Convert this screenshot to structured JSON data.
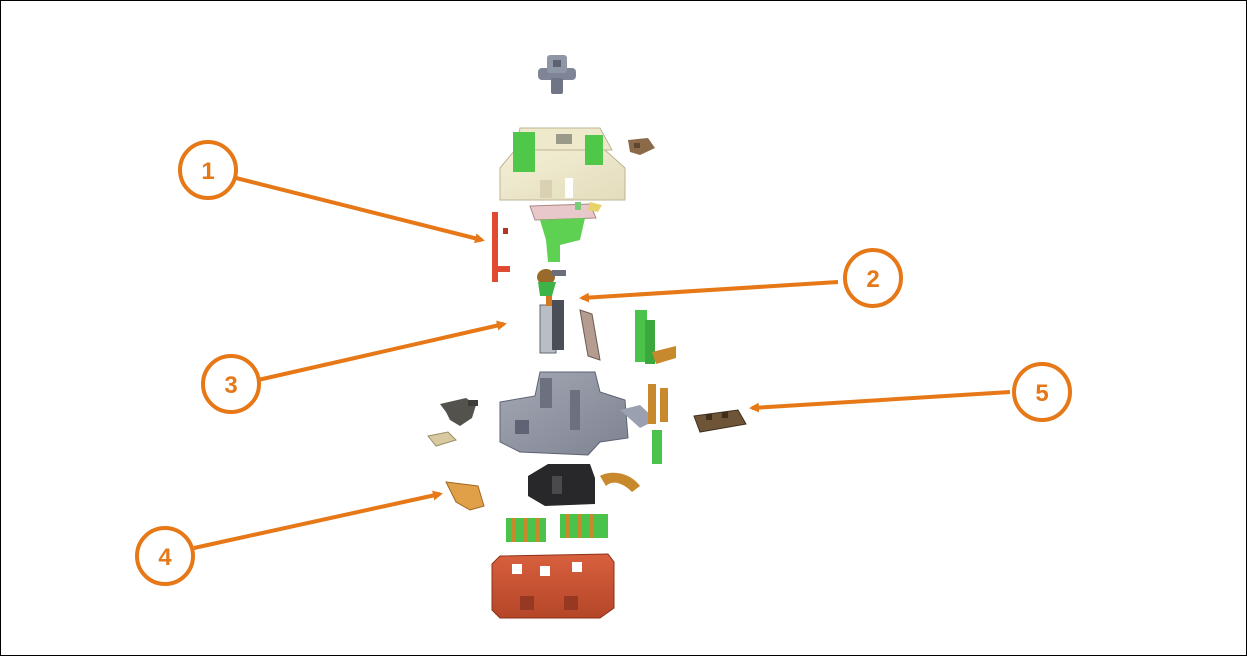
{
  "colors": {
    "accent": "#E67817",
    "frame": "#000000",
    "background": "#FFFFFF"
  },
  "callouts": [
    {
      "label": "1",
      "points_to": "red-clip-part"
    },
    {
      "label": "2",
      "points_to": "small-mechanism-part"
    },
    {
      "label": "3",
      "points_to": "contact-plate-stack"
    },
    {
      "label": "4",
      "points_to": "copper-terminal-part"
    },
    {
      "label": "5",
      "points_to": "brown-contact-bar"
    }
  ]
}
